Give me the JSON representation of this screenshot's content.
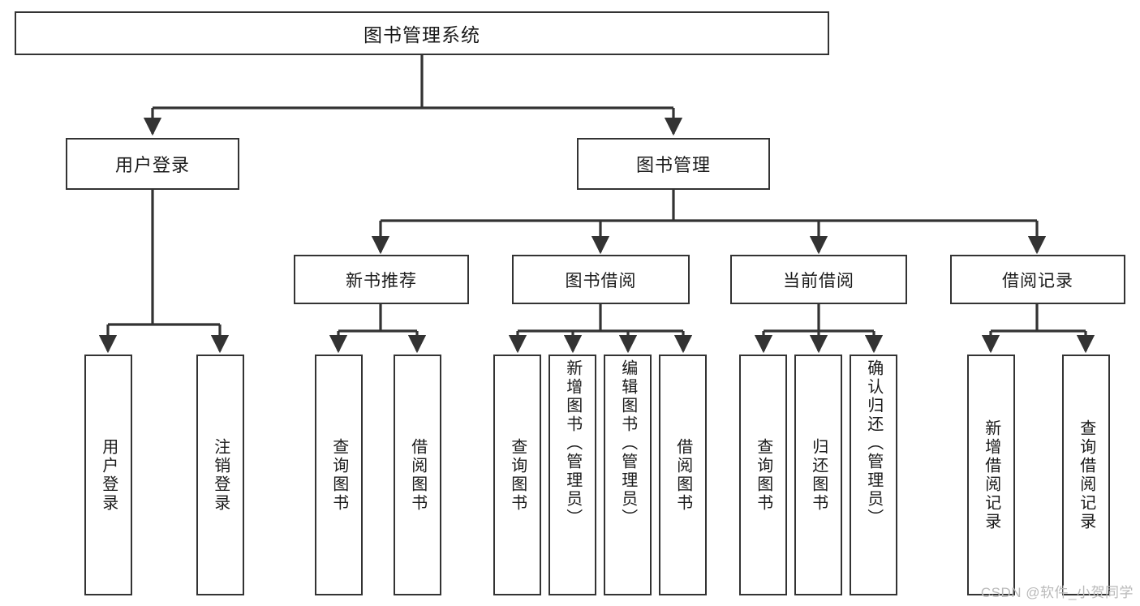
{
  "diagram": {
    "title": "图书管理系统",
    "type": "tree",
    "watermark": "CSDN @软件_小贺同学",
    "colors": {
      "box_border": "#333333",
      "box_fill": "#ffffff",
      "edge": "#333333",
      "text": "#1a1a1a",
      "watermark": "#b9b9b9",
      "background": "#ffffff"
    },
    "nodes": {
      "root": {
        "label": "图书管理系统"
      },
      "level1": [
        {
          "id": "user-login",
          "label": "用户登录"
        },
        {
          "id": "book-management",
          "label": "图书管理"
        }
      ],
      "level2": [
        {
          "id": "new-book-recommend",
          "label": "新书推荐"
        },
        {
          "id": "book-borrow",
          "label": "图书借阅"
        },
        {
          "id": "current-borrow",
          "label": "当前借阅"
        },
        {
          "id": "borrow-record",
          "label": "借阅记录"
        }
      ],
      "leaves": {
        "user-login": [
          {
            "id": "leaf-user-login",
            "label": "用户登录"
          },
          {
            "id": "leaf-logout",
            "label": "注销登录"
          }
        ],
        "new-book-recommend": [
          {
            "id": "leaf-query-book-1",
            "label": "查询图书"
          },
          {
            "id": "leaf-borrow-book-1",
            "label": "借阅图书"
          }
        ],
        "book-borrow": [
          {
            "id": "leaf-query-book-2",
            "label": "查询图书"
          },
          {
            "id": "leaf-add-book",
            "label": "新增图书（管理员）"
          },
          {
            "id": "leaf-edit-book",
            "label": "编辑图书（管理员）"
          },
          {
            "id": "leaf-borrow-book-2",
            "label": "借阅图书"
          }
        ],
        "current-borrow": [
          {
            "id": "leaf-query-book-3",
            "label": "查询图书"
          },
          {
            "id": "leaf-return-book",
            "label": "归还图书"
          },
          {
            "id": "leaf-confirm-return",
            "label": "确认归还（管理员）"
          }
        ],
        "borrow-record": [
          {
            "id": "leaf-add-record",
            "label": "新增借阅记录"
          },
          {
            "id": "leaf-query-record",
            "label": "查询借阅记录"
          }
        ]
      }
    }
  }
}
